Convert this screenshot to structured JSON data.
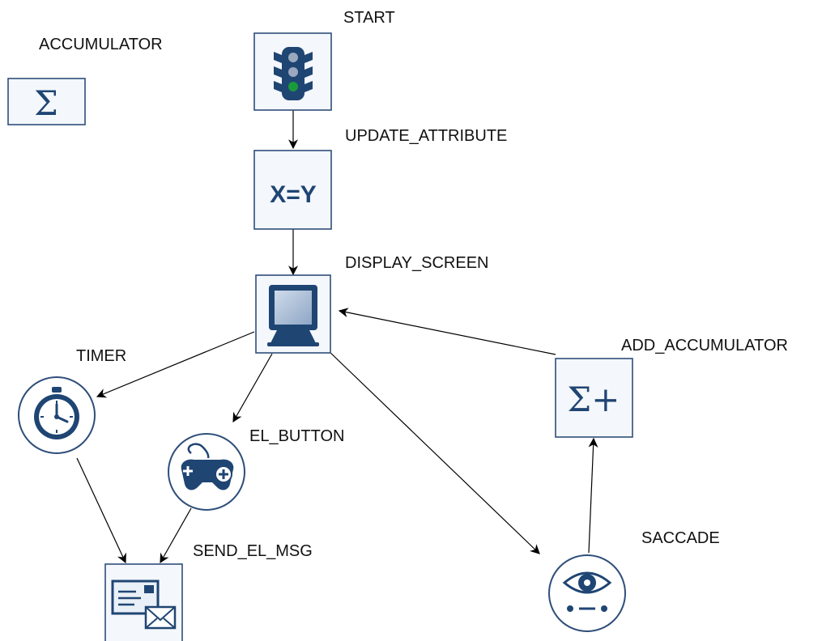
{
  "diagram": {
    "nodes": [
      {
        "id": "start",
        "label": "START",
        "icon": "traffic-light-icon",
        "shape": "square"
      },
      {
        "id": "update_attribute",
        "label": "UPDATE_ATTRIBUTE",
        "icon": "x-equals-y-icon",
        "shape": "square",
        "icon_text": "X=Y"
      },
      {
        "id": "display_screen",
        "label": "DISPLAY_SCREEN",
        "icon": "monitor-icon",
        "shape": "square"
      },
      {
        "id": "accumulator",
        "label": "ACCUMULATOR",
        "icon": "sigma-icon",
        "shape": "square",
        "icon_text": "Σ"
      },
      {
        "id": "timer",
        "label": "TIMER",
        "icon": "stopwatch-icon",
        "shape": "circle"
      },
      {
        "id": "el_button",
        "label": "EL_BUTTON",
        "icon": "gamepad-icon",
        "shape": "circle"
      },
      {
        "id": "send_el_msg",
        "label": "SEND_EL_MSG",
        "icon": "envelope-icon",
        "shape": "square"
      },
      {
        "id": "add_accumulator",
        "label": "ADD_ACCUMULATOR",
        "icon": "sigma-plus-icon",
        "shape": "square",
        "icon_text": "Σ+"
      },
      {
        "id": "saccade",
        "label": "SACCADE",
        "icon": "eye-icon",
        "shape": "circle"
      }
    ],
    "edges": [
      {
        "from": "start",
        "to": "update_attribute"
      },
      {
        "from": "update_attribute",
        "to": "display_screen"
      },
      {
        "from": "display_screen",
        "to": "timer"
      },
      {
        "from": "display_screen",
        "to": "el_button"
      },
      {
        "from": "display_screen",
        "to": "saccade"
      },
      {
        "from": "timer",
        "to": "send_el_msg"
      },
      {
        "from": "el_button",
        "to": "send_el_msg"
      },
      {
        "from": "saccade",
        "to": "add_accumulator"
      },
      {
        "from": "add_accumulator",
        "to": "display_screen"
      }
    ],
    "colors": {
      "node_border": "#2e4e7a",
      "icon": "#1f4573",
      "edge": "#000000",
      "light_active": "#1a9a3a"
    }
  }
}
